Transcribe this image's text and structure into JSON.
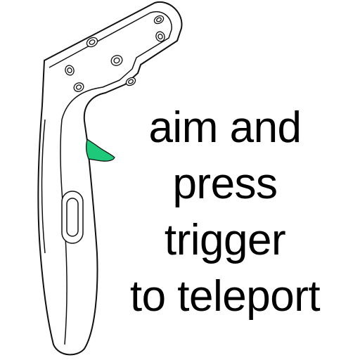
{
  "instruction": {
    "lines": [
      "aim and",
      "press",
      "trigger",
      "to teleport"
    ]
  },
  "controller": {
    "icon": "vr-controller-icon",
    "trigger_icon": "trigger-icon",
    "trigger_color": "#1ec97a",
    "outline_color": "#111111",
    "body_color": "#ffffff"
  }
}
